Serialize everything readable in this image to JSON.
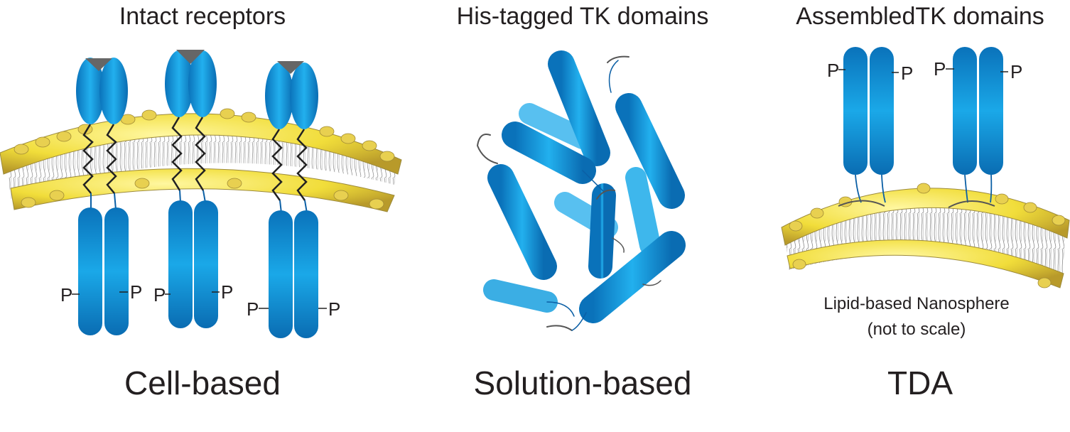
{
  "panels": [
    {
      "title": "Intact receptors",
      "caption": "Cell-based"
    },
    {
      "title": "His-tagged TK domains",
      "caption": "Solution-based"
    },
    {
      "title": "AssembledTK domains",
      "caption": "TDA",
      "note_line1": "Lipid-based Nanosphere",
      "note_line2": "(not to scale)"
    }
  ],
  "phospho_label": "P",
  "colors": {
    "domain_blue": "#0a78c2",
    "domain_light": "#1aa5e6",
    "lipid_yellow": "#f1dd3a",
    "lipid_tan": "#cdb466",
    "ligand_gray": "#666666",
    "linker": "#0b5fa5"
  }
}
